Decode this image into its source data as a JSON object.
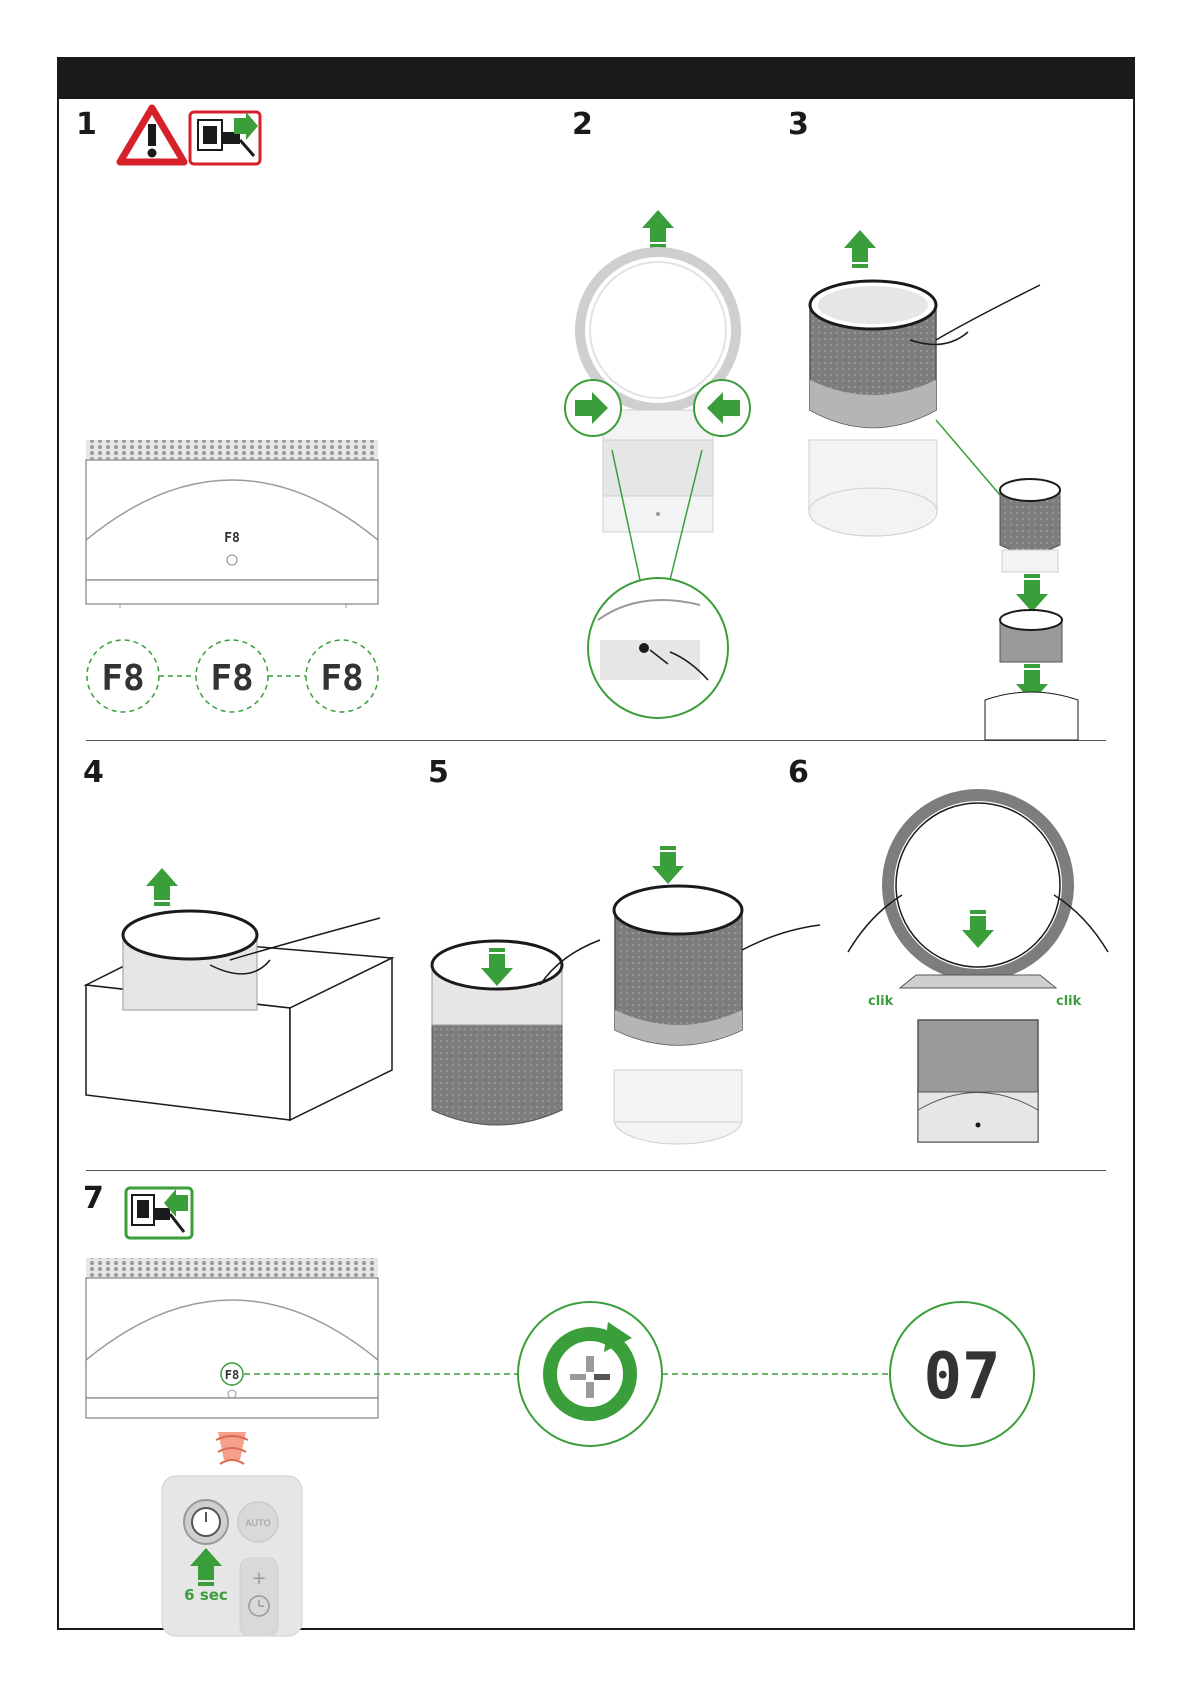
{
  "steps": [
    {
      "number": "1"
    },
    {
      "number": "2"
    },
    {
      "number": "3"
    },
    {
      "number": "4"
    },
    {
      "number": "5"
    },
    {
      "number": "6"
    },
    {
      "number": "7"
    }
  ],
  "step1": {
    "icons": [
      "warning-triangle-icon",
      "unplug-icon"
    ],
    "panel_display": "F8",
    "display_sequence": [
      "F8",
      "F8",
      "F8"
    ]
  },
  "step6": {
    "click_left": "clik",
    "click_right": "clik"
  },
  "step7": {
    "icons": [
      "plug-in-icon"
    ],
    "panel_display": "F8",
    "result_display": "07",
    "remote": {
      "auto_label": "AUTO",
      "hold_time": "6 sec"
    }
  },
  "colors": {
    "accent_green": "#3a9e3a",
    "warning_red": "#d6202a",
    "dark": "#1a1a1a",
    "signal": "#f4a08a"
  }
}
